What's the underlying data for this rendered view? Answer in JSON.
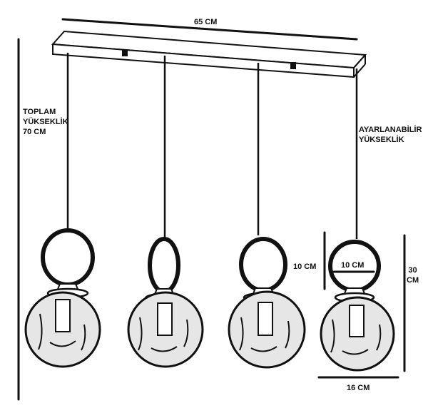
{
  "dimensions": {
    "width_label": "65 CM",
    "total_height_label": [
      "TOPLAM",
      "YÜKSEKLİK",
      "70 CM"
    ],
    "adjustable_label": [
      "AYARLANABİLİR",
      "YÜKSEKLİK"
    ],
    "ring_height_label": "10 CM",
    "ring_width_label": "10 CM",
    "pendant_height_label": [
      "30",
      "CM"
    ],
    "globe_width_label": "16 CM"
  },
  "colors": {
    "line": "#111111",
    "glass": "#d9d9d9",
    "background": "#ffffff"
  }
}
